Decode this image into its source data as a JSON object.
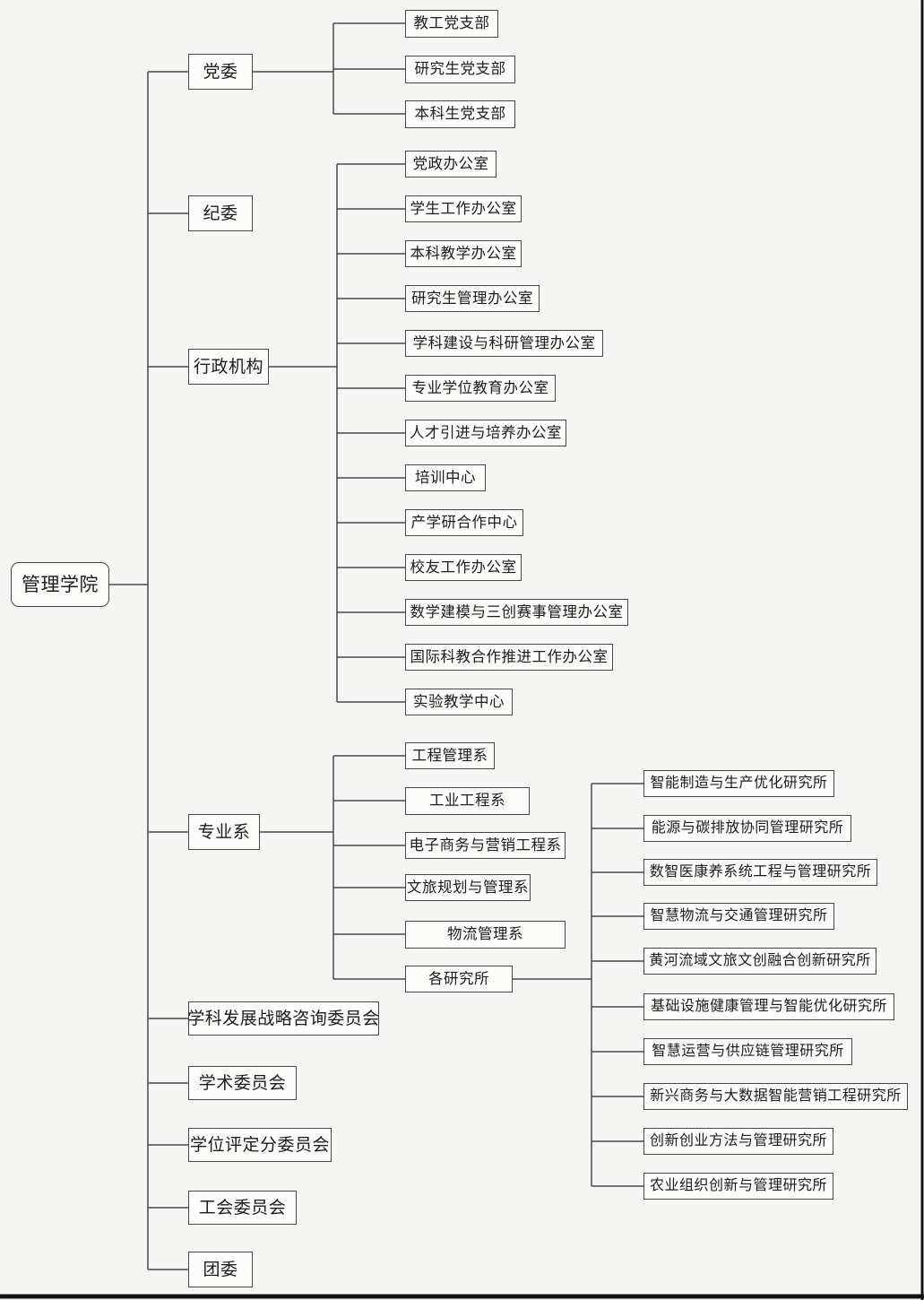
{
  "root": {
    "label": "管理学院"
  },
  "level1": {
    "party": "党委",
    "discipline": "纪委",
    "admin": "行政机构",
    "departments": "专业系",
    "advisory_committee": "学科发展战略咨询委员会",
    "academic_committee": "学术委员会",
    "degree_committee": "学位评定分委员会",
    "union_committee": "工会委员会",
    "youth_league": "团委"
  },
  "party_branches": [
    "教工党支部",
    "研究生党支部",
    "本科生党支部"
  ],
  "admin_offices": [
    "党政办公室",
    "学生工作办公室",
    "本科教学办公室",
    "研究生管理办公室",
    "学科建设与科研管理办公室",
    "专业学位教育办公室",
    "人才引进与培养办公室",
    "培训中心",
    "产学研合作中心",
    "校友工作办公室",
    "数学建模与三创赛事管理办公室",
    "国际科教合作推进工作办公室",
    "实验教学中心"
  ],
  "departments": [
    "工程管理系",
    "工业工程系",
    "电子商务与营销工程系",
    "文旅规划与管理系",
    "物流管理系",
    "各研究所"
  ],
  "institutes": [
    "智能制造与生产优化研究所",
    "能源与碳排放协同管理研究所",
    "数智医康养系统工程与管理研究所",
    "智慧物流与交通管理研究所",
    "黄河流域文旅文创融合创新研究所",
    "基础设施健康管理与智能优化研究所",
    "智慧运营与供应链管理研究所",
    "新兴商务与大数据智能营销工程研究所",
    "创新创业方法与管理研究所",
    "农业组织创新与管理研究所"
  ],
  "colors": {
    "background": "#f5f5f3",
    "box_fill": "#fbfbfa",
    "box_border": "#454545",
    "line": "#4a4a4a",
    "text": "#1c1c1c"
  }
}
